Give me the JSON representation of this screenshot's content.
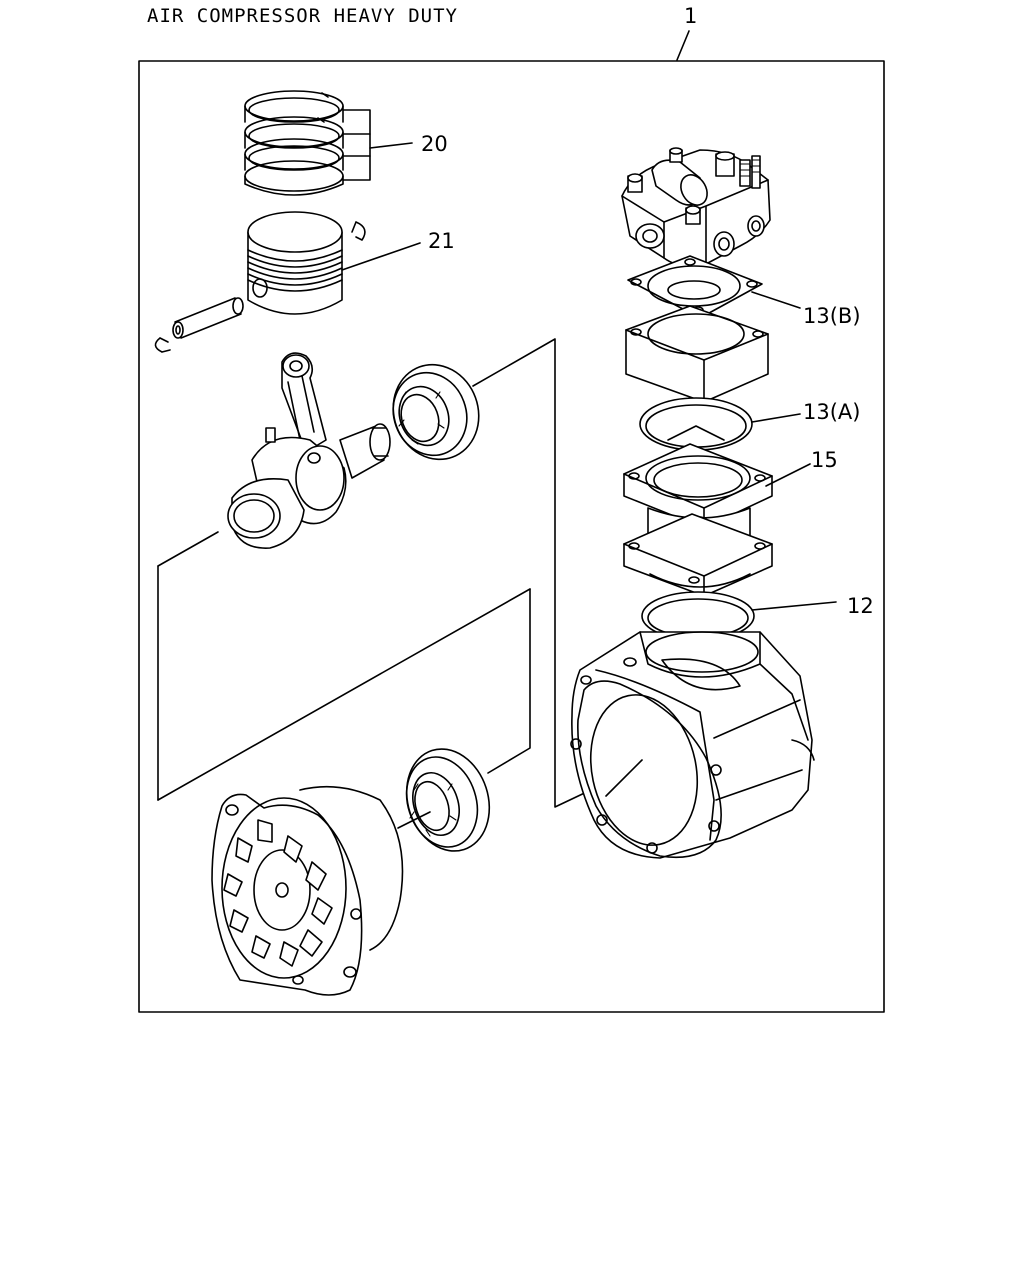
{
  "title": "AIR COMPRESSOR HEAVY DUTY",
  "assembly_callout": "1",
  "callouts": {
    "piston_rings": "20",
    "piston": "21",
    "head_gasket": "13(B)",
    "valve_plate_gasket": "13(A)",
    "cylinder": "15",
    "cylinder_gasket": "12"
  }
}
